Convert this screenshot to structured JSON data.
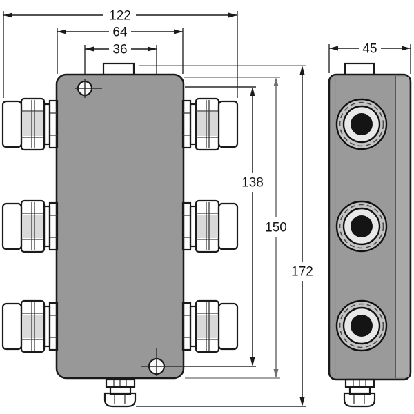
{
  "drawing": {
    "dimensions": {
      "overall_width": "122",
      "body_width": "64",
      "mount_hole_offset": "36",
      "mount_hole_spacing": "138",
      "body_height": "150",
      "overall_height": "172",
      "body_depth": "45"
    },
    "colors": {
      "housing_fill": "#989898",
      "fitting_fill": "#c9c9c9",
      "line_color": "#1a1a1a",
      "extension_line_color": "#858585"
    }
  }
}
